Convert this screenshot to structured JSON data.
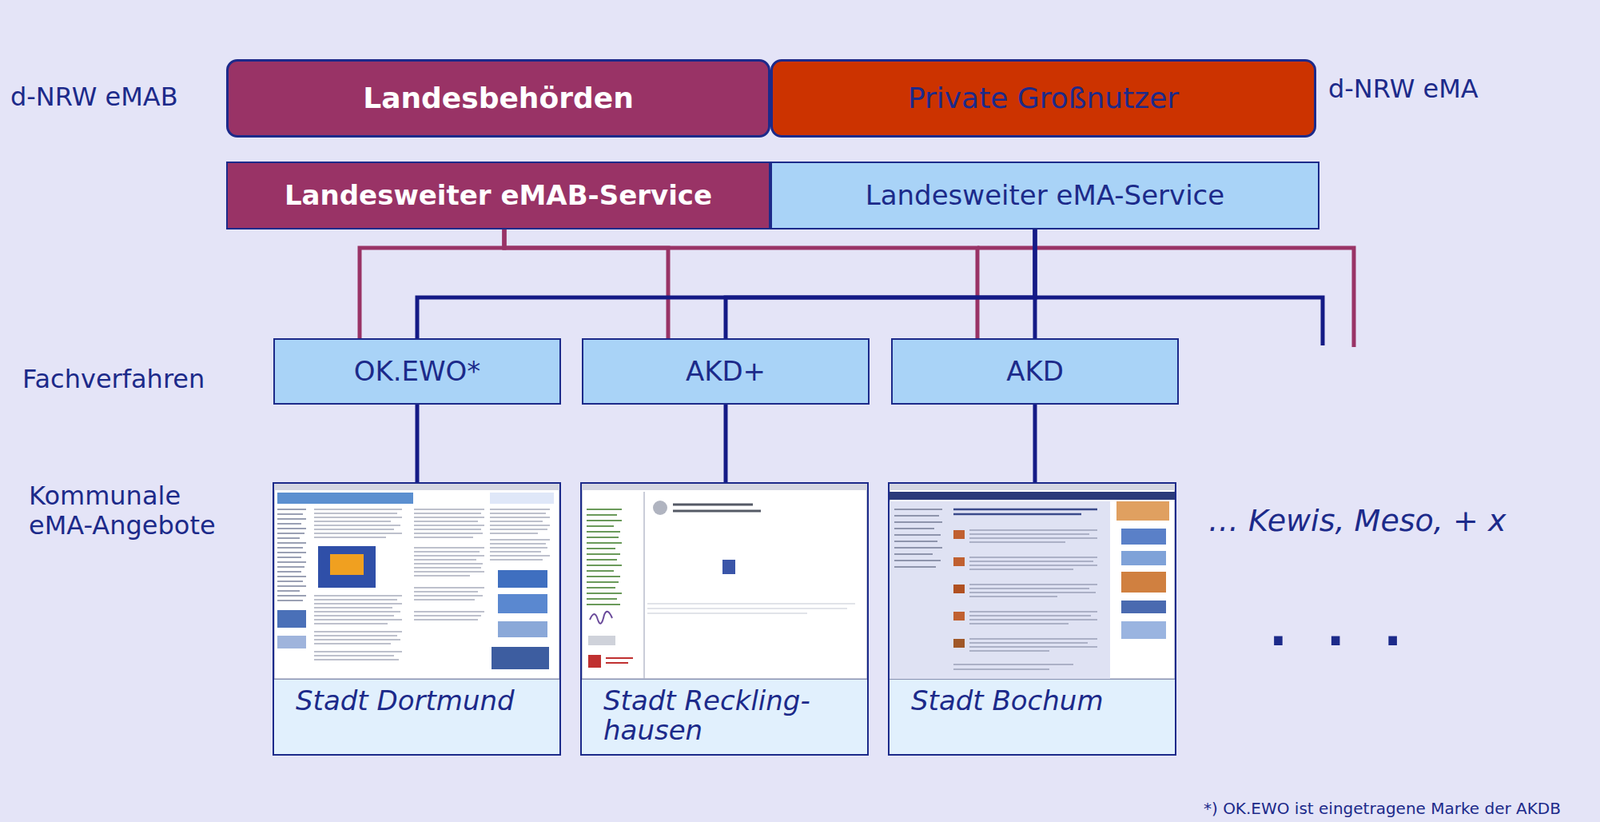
{
  "diagram": {
    "nodes": [
      {
        "text": [
          "Landesbehörden"
        ]
      },
      {
        "text": [
          "Private Großnutzer"
        ]
      },
      {
        "text": [
          "Landesweiter eMAB-Service"
        ]
      },
      {
        "text": [
          "Landesweiter eMA-Service"
        ]
      },
      {
        "text": [
          "OK.EWO*"
        ]
      },
      {
        "text": [
          "AKD+"
        ]
      },
      {
        "text": [
          "AKD"
        ]
      },
      {
        "text": [
          "Stadt Dortmund"
        ]
      },
      {
        "text": [
          "Stadt Reckling- hausen"
        ]
      },
      {
        "text": [
          "Stadt Bochum"
        ]
      }
    ],
    "edges": [
      {
        "from": 2,
        "to": 4,
        "arrow": "none"
      },
      {
        "from": 2,
        "to": 5,
        "arrow": "none"
      },
      {
        "from": 2,
        "to": 6,
        "arrow": "none"
      },
      {
        "from": 3,
        "to": 4,
        "arrow": "none"
      },
      {
        "from": 3,
        "to": 5,
        "arrow": "none"
      },
      {
        "from": 3,
        "to": 6,
        "arrow": "none"
      },
      {
        "from": 4,
        "to": 7,
        "arrow": "none"
      },
      {
        "from": 5,
        "to": 8,
        "arrow": "none"
      },
      {
        "from": 6,
        "to": 9,
        "arrow": "none"
      }
    ],
    "labels": [
      "d-NRW eMAB",
      "d-NRW eMA",
      "Fachverfahren",
      "Kommunale eMA-Angebote",
      "… Kewis, Meso, + x",
      ". . .",
      "*) OK.EWO ist eingetragene Marke der AKDB"
    ]
  }
}
